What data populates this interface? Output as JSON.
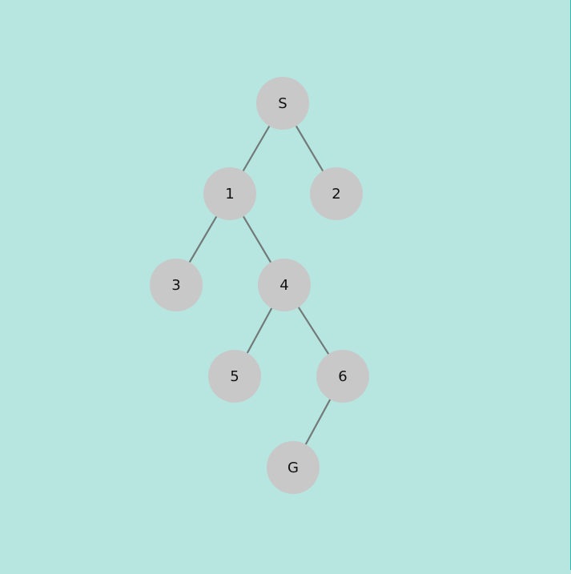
{
  "colors": {
    "background": "#b7e5e0",
    "node_fill": "#c8c8c8",
    "edge": "#727a79",
    "label": "#111111"
  },
  "nodes": [
    {
      "id": "S",
      "label": "S"
    },
    {
      "id": "1",
      "label": "1"
    },
    {
      "id": "2",
      "label": "2"
    },
    {
      "id": "3",
      "label": "3"
    },
    {
      "id": "4",
      "label": "4"
    },
    {
      "id": "5",
      "label": "5"
    },
    {
      "id": "6",
      "label": "6"
    },
    {
      "id": "G",
      "label": "G"
    }
  ],
  "edges": [
    {
      "from": "S",
      "to": "1"
    },
    {
      "from": "S",
      "to": "2"
    },
    {
      "from": "1",
      "to": "3"
    },
    {
      "from": "1",
      "to": "4"
    },
    {
      "from": "4",
      "to": "5"
    },
    {
      "from": "4",
      "to": "6"
    },
    {
      "from": "6",
      "to": "G"
    }
  ]
}
